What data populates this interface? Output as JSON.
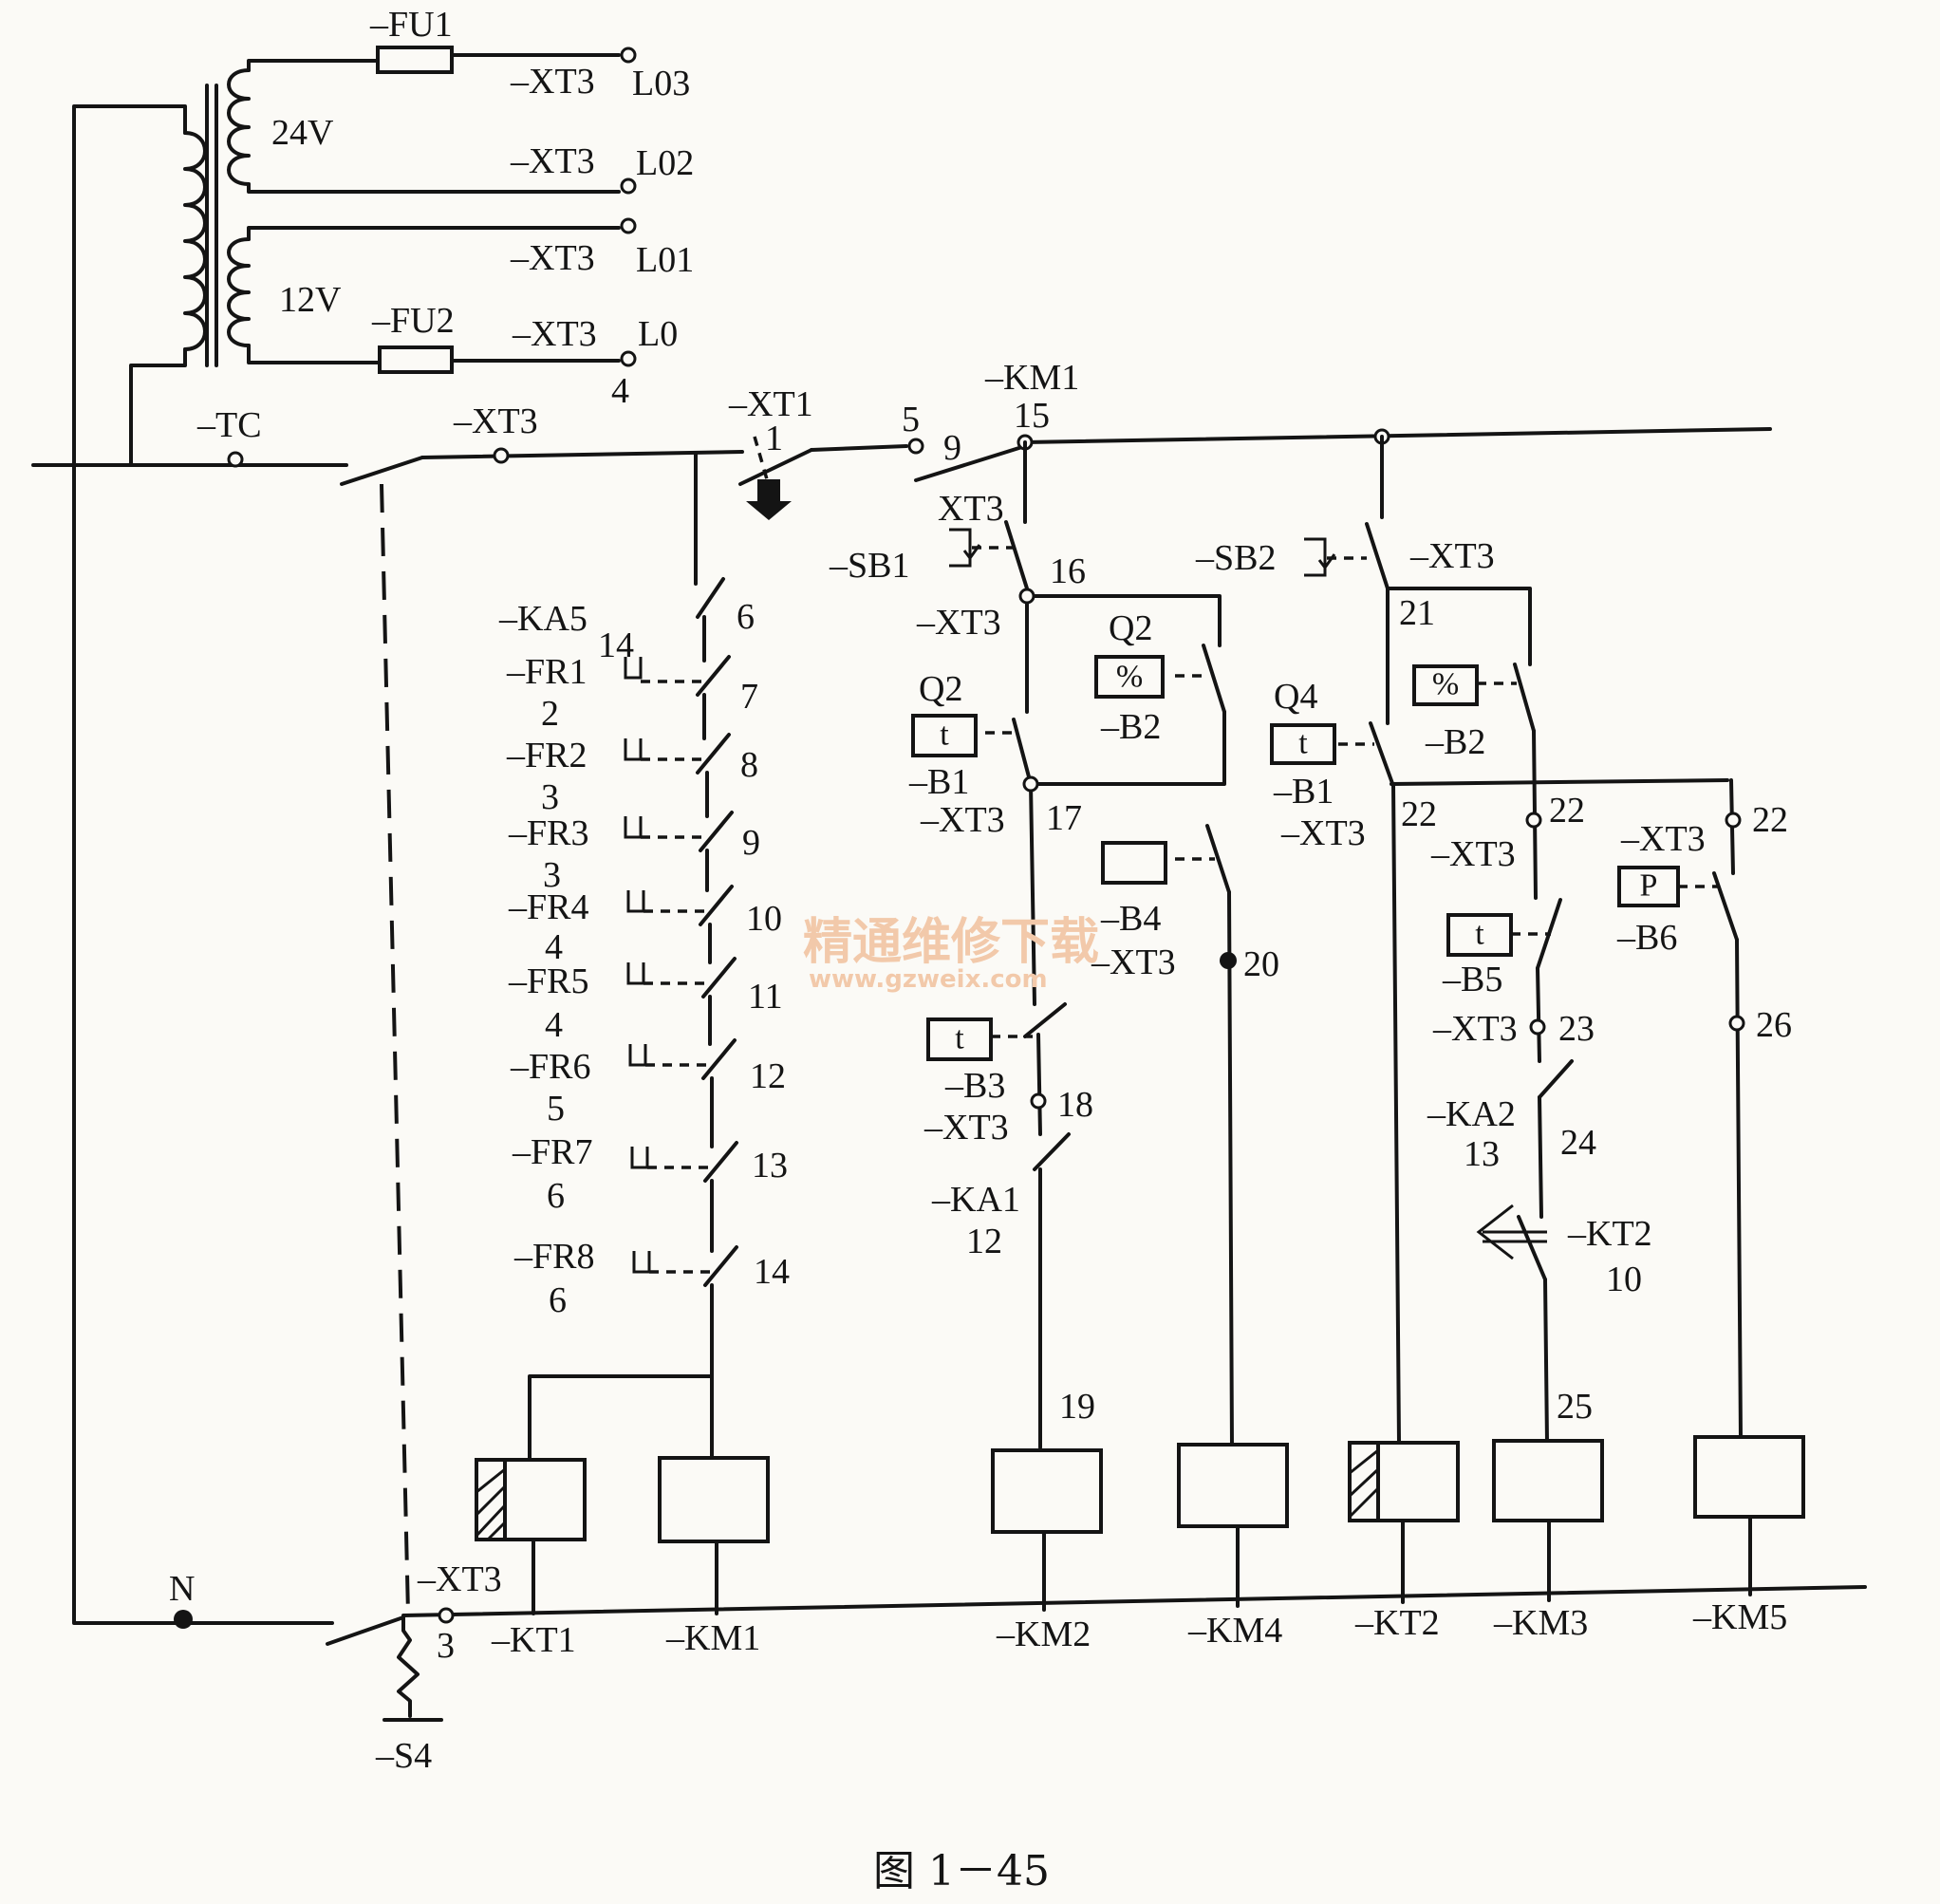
{
  "caption": "图 1－45",
  "watermark": {
    "cn": "精通维修下载",
    "url": "www.gzweix.com"
  },
  "colors": {
    "ink": "#141414",
    "paper": "#fbfaf6",
    "watermark": "#f2c9aa"
  },
  "labels": {
    "fu1": "–FU1",
    "v24": "24V",
    "v12": "12V",
    "fu2": "–FU2",
    "xt3_l03": "–XT3",
    "l03": "L03",
    "xt3_l02": "–XT3",
    "l02": "L02",
    "xt3_l01": "–XT3",
    "l01": "L01",
    "xt3_l0": "–XT3",
    "l0": "L0",
    "n4": "4",
    "tc": "–TC",
    "xt3_top": "–XT3",
    "xt1": "–XT1",
    "n1": "1",
    "n5": "5",
    "n9": "9",
    "km1_top": "–KM1",
    "n15": "15",
    "ka5": "–KA5",
    "n14a": "14",
    "fr1": "–FR1",
    "fr1n": "2",
    "fr2": "–FR2",
    "fr2n": "3",
    "fr3": "–FR3",
    "fr3n": "3",
    "fr4": "–FR4",
    "fr4n": "4",
    "fr5": "–FR5",
    "fr5n": "4",
    "fr6": "–FR6",
    "fr6n": "5",
    "fr7": "–FR7",
    "fr7n": "6",
    "fr8": "–FR8",
    "fr8n": "6",
    "c6": "6",
    "c7": "7",
    "c8": "8",
    "c9": "9",
    "c10": "10",
    "c11": "11",
    "c12": "12",
    "c13": "13",
    "c14": "14",
    "xt3_sb1": "XT3",
    "sb1": "–SB1",
    "n16": "16",
    "xt3_16": "–XT3",
    "q2a": "Q2",
    "b1a": "–B1",
    "xt3_17": "–XT3",
    "n17": "17",
    "q2b": "Q2",
    "b2a": "–B2",
    "b4": "–B4",
    "xt3_20": "–XT3",
    "n20": "20",
    "b3": "–B3",
    "n18": "18",
    "xt3_18": "–XT3",
    "ka1": "–KA1",
    "ka1n": "12",
    "n19": "19",
    "sb2": "–SB2",
    "xt3_sb2": "–XT3",
    "n21": "21",
    "b2b": "–B2",
    "q4": "Q4",
    "b1b": "–B1",
    "xt3_22": "–XT3",
    "n22a": "22",
    "n22b": "22",
    "xt3_22b": "–XT3",
    "xt3_22c": "–XT3",
    "n22c": "22",
    "b6": "–B6",
    "b5": "–B5",
    "xt3_23": "–XT3",
    "n23": "23",
    "n26": "26",
    "ka2": "–KA2",
    "ka2n": "13",
    "n24": "24",
    "kt2_c": "–KT2",
    "kt2n": "10",
    "n25": "25",
    "xt3_bot": "–XT3",
    "n3": "3",
    "s4": "–S4",
    "nn": "N",
    "kt1": "–KT1",
    "km1": "–KM1",
    "km2": "–KM2",
    "km4": "–KM4",
    "kt2": "–KT2",
    "km3": "–KM3",
    "km5": "–KM5",
    "t": "t",
    "pct": "%",
    "p": "P"
  }
}
